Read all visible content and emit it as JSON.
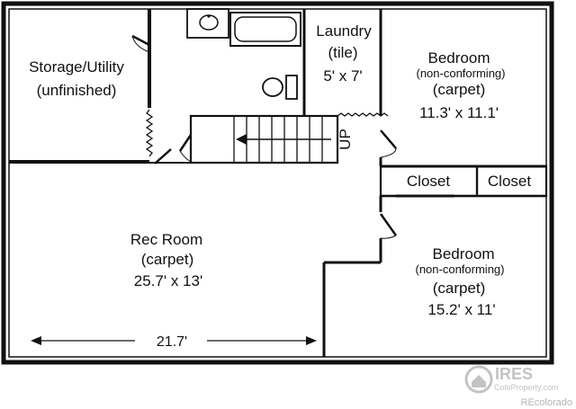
{
  "rooms": {
    "storage": {
      "name": "Storage/Utility",
      "note": "(unfinished)"
    },
    "laundry": {
      "name": "Laundry",
      "floor": "(tile)",
      "size": "5' x 7'"
    },
    "bedroom1": {
      "name": "Bedroom",
      "note": "(non-conforming)",
      "floor": "(carpet)",
      "size": "11.3' x 11.1'"
    },
    "bedroom2": {
      "name": "Bedroom",
      "note": "(non-conforming)",
      "floor": "(carpet)",
      "size": "15.2' x 11'"
    },
    "rec_room": {
      "name": "Rec Room",
      "floor": "(carpet)",
      "size": "25.7' x 13'"
    },
    "closet1": {
      "name": "Closet"
    },
    "closet2": {
      "name": "Closet"
    }
  },
  "stairs_label": "UP",
  "dimension_label": "21.7'",
  "watermark": {
    "logo_text": "IRES",
    "url": "ColoProperty.com",
    "credit": "REcolorado"
  }
}
